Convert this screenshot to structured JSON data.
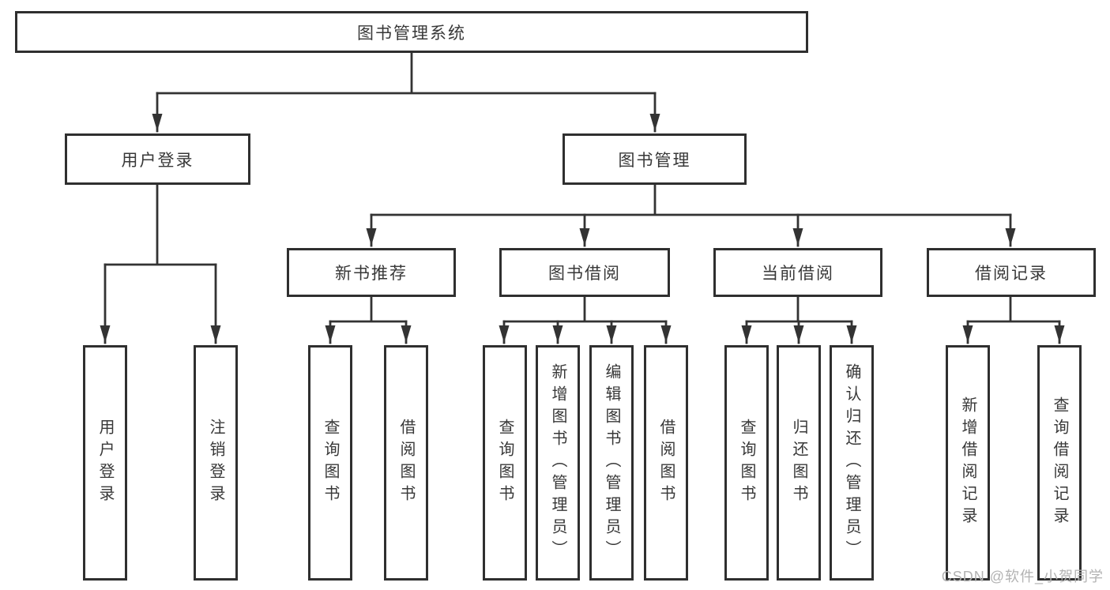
{
  "diagram": {
    "watermark": "CSDN @软件_小贺同学",
    "colors": {
      "line": "#333333",
      "box_border": "#2f2f2f",
      "text": "#383838",
      "watermark": "#b3b3b3",
      "background": "#ffffff"
    },
    "tree": {
      "root": {
        "label": "图书管理系统",
        "children": [
          {
            "label": "用户登录",
            "children": [
              {
                "label": "用户登录"
              },
              {
                "label": "注销登录"
              }
            ]
          },
          {
            "label": "图书管理",
            "children": [
              {
                "label": "新书推荐",
                "children": [
                  {
                    "label": "查询图书"
                  },
                  {
                    "label": "借阅图书"
                  }
                ]
              },
              {
                "label": "图书借阅",
                "children": [
                  {
                    "label": "查询图书"
                  },
                  {
                    "label": "新增图书（管理员）"
                  },
                  {
                    "label": "编辑图书（管理员）"
                  },
                  {
                    "label": "借阅图书"
                  }
                ]
              },
              {
                "label": "当前借阅",
                "children": [
                  {
                    "label": "查询图书"
                  },
                  {
                    "label": "归还图书"
                  },
                  {
                    "label": "确认归还（管理员）"
                  }
                ]
              },
              {
                "label": "借阅记录",
                "children": [
                  {
                    "label": "新增借阅记录"
                  },
                  {
                    "label": "查询借阅记录"
                  }
                ]
              }
            ]
          }
        ]
      }
    }
  }
}
